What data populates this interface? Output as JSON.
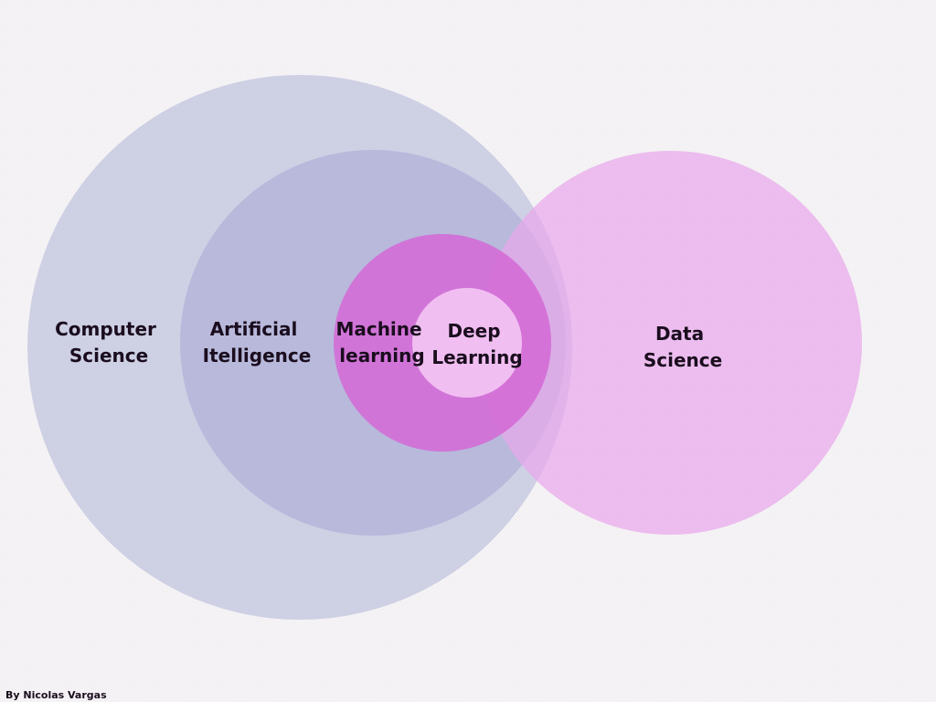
{
  "diagram": {
    "colors": {
      "background": "#f5f3f5",
      "computer_science": "#cbcde3",
      "artificial_intelligence": "#b6b6da",
      "machine_learning": "#d46ad6",
      "deep_learning": "#f2c2f2",
      "data_science": "#e9a8ec",
      "text": "#1a0d1e"
    },
    "labels": {
      "computer_science": [
        "Computer",
        "Science"
      ],
      "artificial_intelligence": [
        "Artificial",
        "Itelligence"
      ],
      "machine_learning": [
        "Machine",
        "learning"
      ],
      "deep_learning": [
        "Deep",
        "Learning"
      ],
      "data_science": [
        "Data",
        "Science"
      ]
    },
    "credit": "By Nicolas Vargas"
  }
}
